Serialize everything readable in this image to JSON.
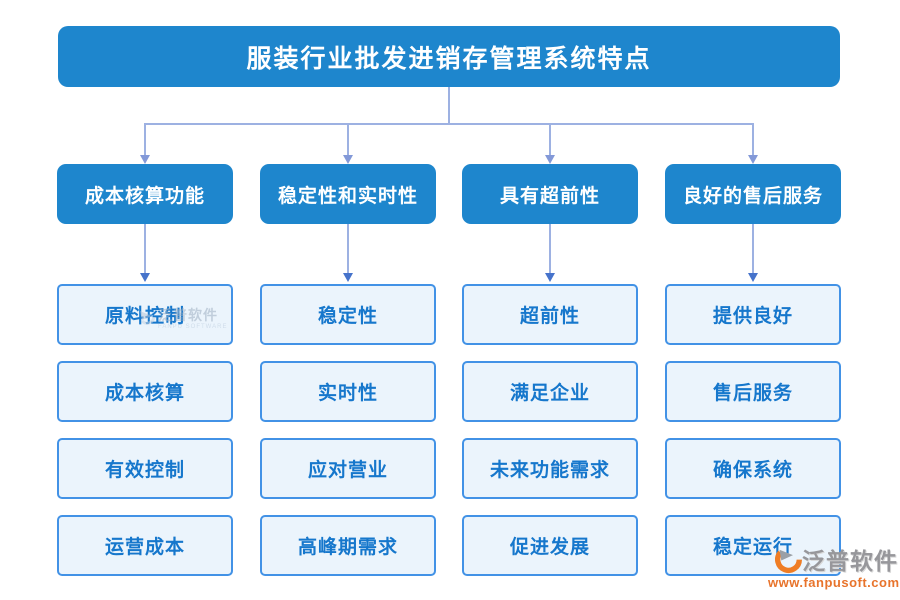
{
  "title": "服装行业批发进销存管理系统特点",
  "columns": [
    {
      "header": "成本核算功能",
      "items": [
        "原料控制",
        "成本核算",
        "有效控制",
        "运营成本"
      ]
    },
    {
      "header": "稳定性和实时性",
      "items": [
        "稳定性",
        "实时性",
        "应对营业",
        "高峰期需求"
      ]
    },
    {
      "header": "具有超前性",
      "items": [
        "超前性",
        "满足企业",
        "未来功能需求",
        "促进发展"
      ]
    },
    {
      "header": "良好的售后服务",
      "items": [
        "提供良好",
        "售后服务",
        "确保系统",
        "稳定运行"
      ]
    }
  ],
  "watermark": {
    "name": "泛普软件",
    "subtitle": "FANPU SOFTWARE"
  },
  "brand": {
    "name": "泛普软件",
    "url": "www.fanpusoft.com"
  },
  "colors": {
    "node_blue": "#1e86cd",
    "item_fill": "#ebf4fc",
    "item_border": "#4292e6",
    "item_text": "#1677cc",
    "connector_light": "#9db1e2",
    "arrowhead_top": "#8399d8",
    "arrowhead_bottom": "#4673cb",
    "brand_orange": "#e8742c",
    "brand_gray": "#97979b"
  }
}
